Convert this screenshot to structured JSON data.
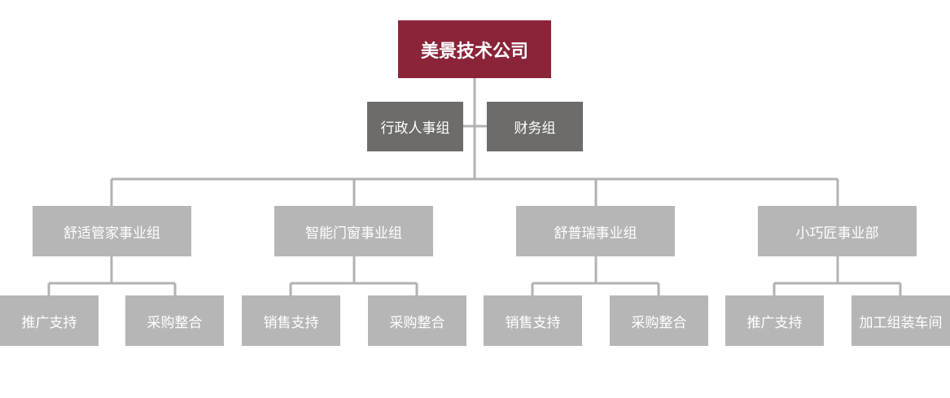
{
  "org": {
    "root": "美景技术公司",
    "staff": [
      "行政人事组",
      "财务组"
    ],
    "divisions": [
      {
        "name": "舒适管家事业组",
        "teams": [
          "推广支持",
          "采购整合"
        ]
      },
      {
        "name": "智能门窗事业组",
        "teams": [
          "销售支持",
          "采购整合"
        ]
      },
      {
        "name": "舒普瑞事业组",
        "teams": [
          "销售支持",
          "采购整合"
        ]
      },
      {
        "name": "小巧匠事业部",
        "teams": [
          "推广支持",
          "加工组装车间"
        ]
      }
    ]
  },
  "colors": {
    "root": "#8b2439",
    "staff": "#6d6c6a",
    "box": "#b7b6b6",
    "line": "#b3b2b2"
  }
}
